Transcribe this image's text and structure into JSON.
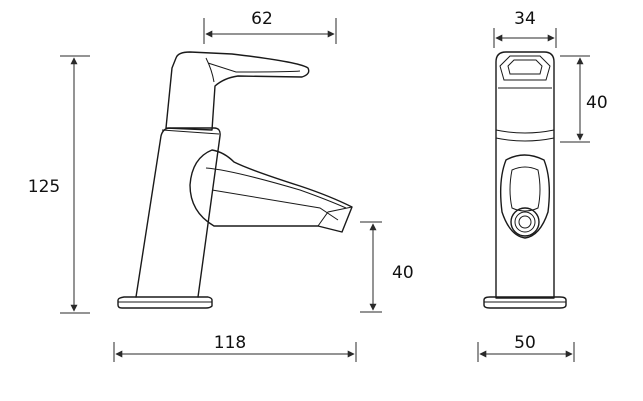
{
  "dimensions": {
    "side_spout_width": "62",
    "side_height_total": "125",
    "side_spout_height": "40",
    "side_base_width": "118",
    "front_top_width": "34",
    "front_lever_height": "40",
    "front_base_width": "50"
  }
}
